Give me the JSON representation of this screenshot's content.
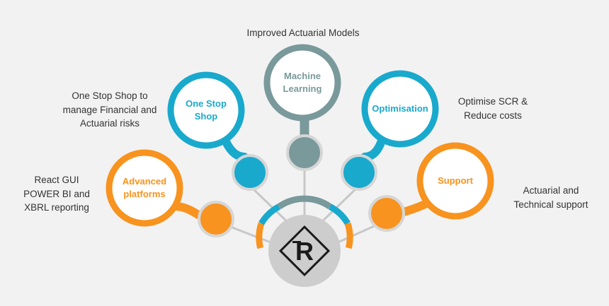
{
  "colors": {
    "background": "#f2f2f2",
    "orange": "#f7931e",
    "blue": "#19a9cd",
    "teal": "#79999b",
    "connector": "#c7c7c7",
    "ring_gray": "#d6d6d6",
    "hub_gray": "#cdcdcd",
    "text": "#333333"
  },
  "nodes": {
    "machine_learning": {
      "label": "Machine\nLearning",
      "description": "Improved Actuarial Models",
      "color": "teal"
    },
    "one_stop_shop": {
      "label": "One Stop\nShop",
      "description": "One Stop Shop to\nmanage Financial and\nActuarial risks",
      "color": "blue"
    },
    "optimisation": {
      "label": "Optimisation",
      "description": "Optimise SCR &\nReduce costs",
      "color": "blue"
    },
    "advanced_platforms": {
      "label": "Advanced\nplatforms",
      "description": "React GUI\nPOWER BI and\nXBRL reporting",
      "color": "orange"
    },
    "support": {
      "label": "Support",
      "description": "Actuarial and\nTechnical support",
      "color": "orange"
    }
  },
  "hub": {
    "logo_icon": "rr-diamond-logo",
    "logo_text": "R"
  }
}
